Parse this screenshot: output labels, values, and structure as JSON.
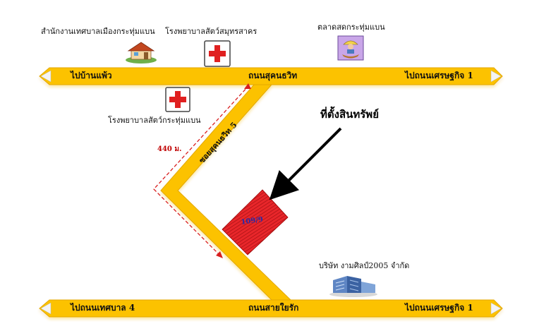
{
  "landmarks": {
    "municipal_office": "สำนักงานเทศบาลเมืองกระทุ่มแบน",
    "vet_hospital_samut": "โรงพยาบาลสัตว์สมุทรสาคร",
    "fresh_market": "ตลาดสดกระทุ่มแบน",
    "vet_hospital_krathum": "โรงพยาบาลสัตว์กระทุ่มแบน",
    "company": "บริษัท งามศิลป์2005 จำกัด"
  },
  "roads": {
    "top_road": "ถนนสุคนธวิท",
    "top_left_dir": "ไปบ้านแพ้ว",
    "top_right_dir": "ไปถนนเศรษฐกิจ 1",
    "soi": "ซอยสุคนธวิท 5",
    "bottom_road": "ถนนสายใยรัก",
    "bottom_left_dir": "ไปถนนเทศบาล 4",
    "bottom_right_dir": "ไปถนนเศรษฐกิจ 1"
  },
  "property": {
    "label": "ที่ตั้งสินทรัพย์",
    "parcel_no": "109/9"
  },
  "distance": "440 ม.",
  "colors": {
    "road_fill": "#fcc200",
    "road_edge": "#e3a800",
    "parcel": "#e8262a",
    "distance": "#c00000",
    "cross": "#e02020"
  },
  "icons": [
    "house-icon",
    "red-cross-icon",
    "market-vendor-icon",
    "red-cross-icon",
    "office-building-icon"
  ]
}
